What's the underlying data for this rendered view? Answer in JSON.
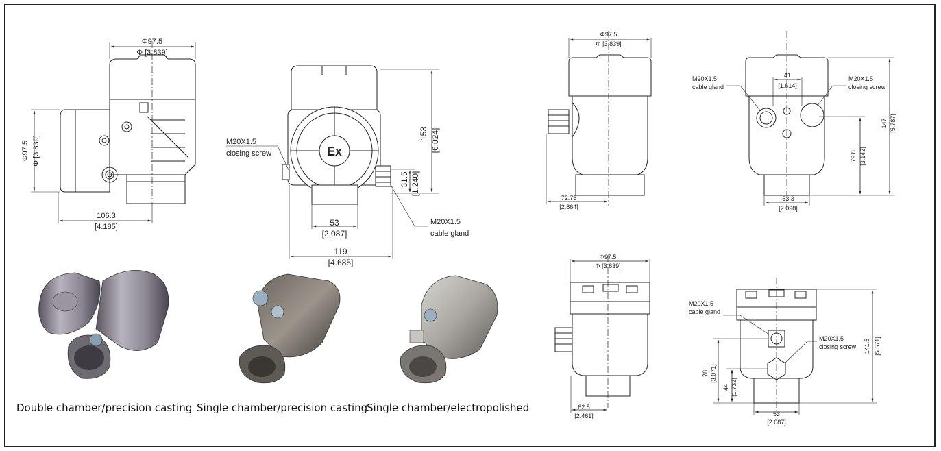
{
  "captions": {
    "double_casting": "Double chamber/precision casting",
    "single_casting": "Single chamber/precision casting",
    "single_electropolished": "Single chamber/electropolished"
  },
  "view1": {
    "dia_top": "Φ97.5",
    "dia_top_in": "Φ [3.839]",
    "dia_side": "Φ97.5",
    "dia_side_in": "Φ [3.839]",
    "width": "106.3",
    "width_in": "[4.185]"
  },
  "view2": {
    "emblem": "Ex",
    "height": "153",
    "height_in": "[6.024]",
    "gland_h": "31.5",
    "gland_h_in": "[1.240]",
    "screw_label_1": "M20X1.5",
    "screw_label_2": "closing screw",
    "gland_label_1": "M20X1.5",
    "gland_label_2": "cable gland",
    "neck": "53",
    "neck_in": "[2.087]",
    "total": "119",
    "total_in": "[4.685]"
  },
  "view3": {
    "dia": "Φ97.5",
    "dia_in": "Φ [3.839]",
    "offset": "72.75",
    "offset_in": "[2.864]"
  },
  "view4": {
    "gland_label_1": "M20X1.5",
    "gland_label_2": "cable gland",
    "screw_label_1": "M20X1.5",
    "screw_label_2": "closing screw",
    "spacing": "41",
    "spacing_in": "[1.614]",
    "height": "147",
    "height_in": "[5.787]",
    "hole_h": "79.8",
    "hole_h_in": "[3.142]",
    "neck": "53.3",
    "neck_in": "[2.098]"
  },
  "view5": {
    "dia": "Φ97.5",
    "dia_in": "Φ [3.839]",
    "offset": "62.5",
    "offset_in": "[2.461]"
  },
  "view6": {
    "gland_label_1": "M20X1.5",
    "gland_label_2": "cable gland",
    "screw_label_1": "M20X1.5",
    "screw_label_2": "closing screw",
    "height": "141.5",
    "height_in": "[5.571]",
    "gland_h": "78",
    "gland_h_in": "[3.071]",
    "screw_h": "44",
    "screw_h_in": "[1.732]",
    "neck": "53",
    "neck_in": "[2.087]"
  }
}
